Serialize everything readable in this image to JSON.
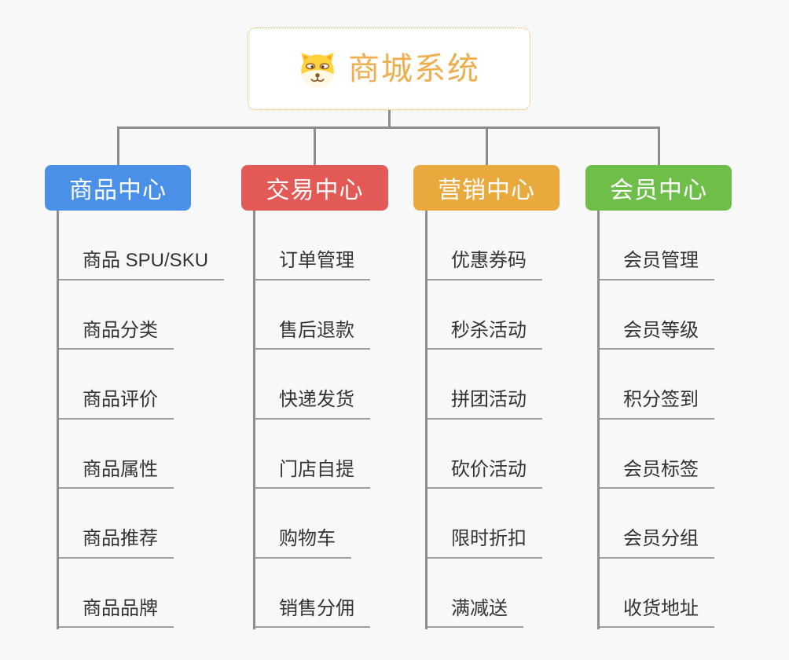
{
  "page": {
    "background_color": "#F8F8F8",
    "connector_color": "#8C8C8C",
    "underline_color": "#9E9E9E"
  },
  "root": {
    "title": "商城系统",
    "icon": "dog-face-icon",
    "text_color": "#EFAE4E",
    "border_color": "#F2AC3C"
  },
  "branches": [
    {
      "label": "商品中心",
      "color": "#4A90E8",
      "items": [
        "商品 SPU/SKU",
        "商品分类",
        "商品评价",
        "商品属性",
        "商品推荐",
        "商品品牌"
      ]
    },
    {
      "label": "交易中心",
      "color": "#E25955",
      "items": [
        "订单管理",
        "售后退款",
        "快递发货",
        "门店自提",
        "购物车",
        "销售分佣"
      ]
    },
    {
      "label": "营销中心",
      "color": "#EAA93D",
      "items": [
        "优惠券码",
        "秒杀活动",
        "拼团活动",
        "砍价活动",
        "限时折扣",
        "满减送"
      ]
    },
    {
      "label": "会员中心",
      "color": "#6FBE4A",
      "items": [
        "会员管理",
        "会员等级",
        "积分签到",
        "会员标签",
        "会员分组",
        "收货地址"
      ]
    }
  ]
}
